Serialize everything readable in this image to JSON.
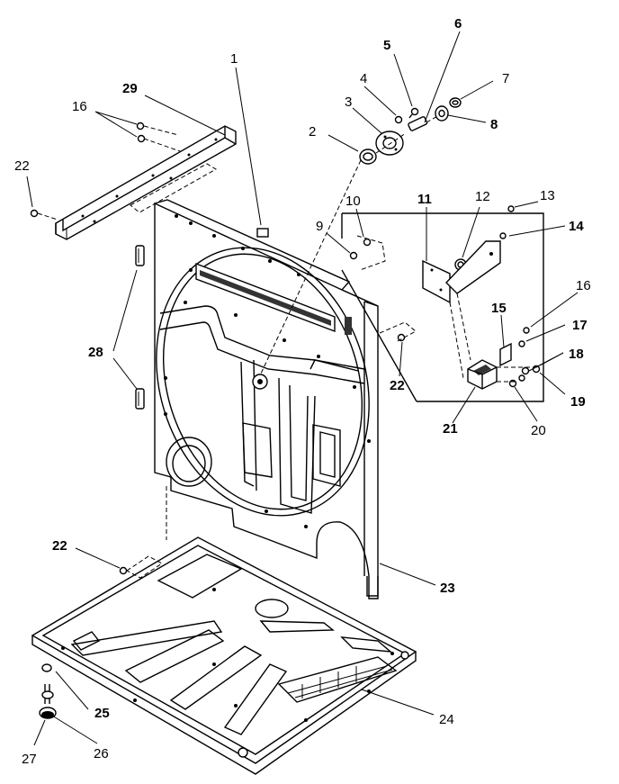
{
  "callouts": [
    {
      "id": "1",
      "label": "1"
    },
    {
      "id": "2",
      "label": "2"
    },
    {
      "id": "3",
      "label": "3"
    },
    {
      "id": "4",
      "label": "4"
    },
    {
      "id": "5",
      "label": "5"
    },
    {
      "id": "6",
      "label": "6"
    },
    {
      "id": "7",
      "label": "7"
    },
    {
      "id": "8",
      "label": "8"
    },
    {
      "id": "9",
      "label": "9"
    },
    {
      "id": "10",
      "label": "10"
    },
    {
      "id": "11",
      "label": "11"
    },
    {
      "id": "12",
      "label": "12"
    },
    {
      "id": "13",
      "label": "13"
    },
    {
      "id": "14",
      "label": "14"
    },
    {
      "id": "15",
      "label": "15"
    },
    {
      "id": "16a",
      "label": "16"
    },
    {
      "id": "16b",
      "label": "16"
    },
    {
      "id": "17",
      "label": "17"
    },
    {
      "id": "18",
      "label": "18"
    },
    {
      "id": "19",
      "label": "19"
    },
    {
      "id": "20",
      "label": "20"
    },
    {
      "id": "21",
      "label": "21"
    },
    {
      "id": "22a",
      "label": "22"
    },
    {
      "id": "22b",
      "label": "22"
    },
    {
      "id": "22c",
      "label": "22"
    },
    {
      "id": "23",
      "label": "23"
    },
    {
      "id": "24",
      "label": "24"
    },
    {
      "id": "25",
      "label": "25"
    },
    {
      "id": "26",
      "label": "26"
    },
    {
      "id": "27",
      "label": "27"
    },
    {
      "id": "28",
      "label": "28"
    },
    {
      "id": "29",
      "label": "29"
    }
  ]
}
